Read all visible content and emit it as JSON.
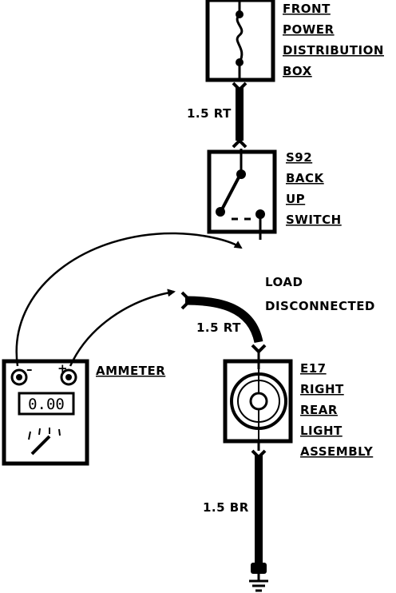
{
  "fuse_box": {
    "lines": [
      "FRONT",
      "POWER",
      "DISTRIBUTION",
      "BOX"
    ]
  },
  "switch": {
    "lines": [
      "S92",
      "BACK",
      "UP",
      "SWITCH"
    ]
  },
  "load_note": {
    "lines": [
      "LOAD",
      "DISCONNECTED"
    ]
  },
  "lamp": {
    "lines": [
      "E17",
      "RIGHT",
      "REAR",
      "LIGHT",
      "ASSEMBLY"
    ]
  },
  "ammeter": {
    "label": "AMMETER",
    "display": "0.00",
    "minus": "–",
    "plus": "+"
  },
  "wires": {
    "top": "1.5 RT",
    "middle": "1.5 RT",
    "bottom": "1.5 BR"
  }
}
